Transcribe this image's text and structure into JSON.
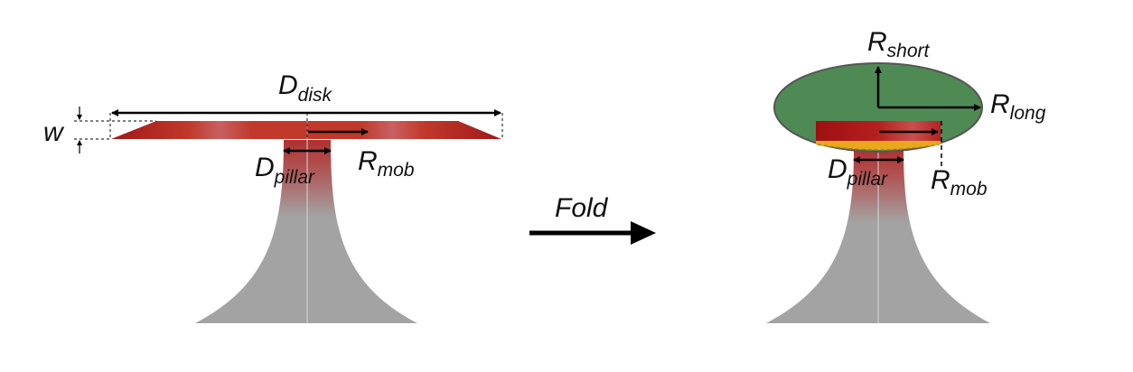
{
  "before": {
    "w_label": "w",
    "d_disk_main": "D",
    "d_disk_sub": "disk",
    "d_pillar_main": "D",
    "d_pillar_sub": "pillar",
    "r_mob_main": "R",
    "r_mob_sub": "mob"
  },
  "transition": {
    "label": "Fold"
  },
  "after": {
    "r_short_main": "R",
    "r_short_sub": "short",
    "r_long_main": "R",
    "r_long_sub": "long",
    "d_pillar_main": "D",
    "d_pillar_sub": "pillar",
    "r_mob_main": "R",
    "r_mob_sub": "mob"
  },
  "colors": {
    "disk_red": "#c0392b",
    "disk_dark": "#a01818",
    "pillar_gray": "#a3a3a3",
    "ellipse_green": "#4f8a55",
    "ellipse_stroke": "#555555",
    "fold_yellow": "#e9a81b",
    "arrow": "#000000"
  }
}
